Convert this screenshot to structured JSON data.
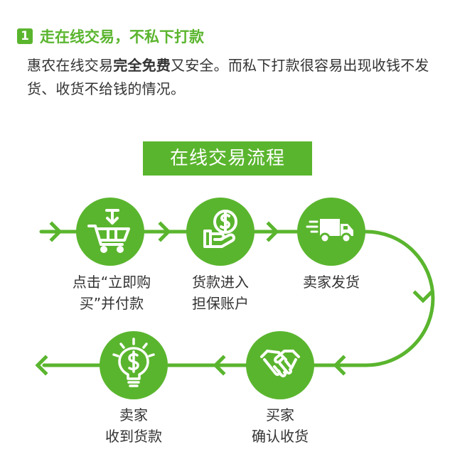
{
  "header": {
    "badge": "1",
    "title": "走在线交易，不私下打款",
    "desc_before": "惠农在线交易",
    "desc_bold": "完全免费",
    "desc_after": "又安全。而私下打款很容易出现收钱不发货、收货不给钱的情况。"
  },
  "flow": {
    "title": "在线交易流程",
    "accent_color": "#5ab52e",
    "steps": [
      {
        "icon": "shopping-cart-icon",
        "label": "点击“立即购\n买”并付款"
      },
      {
        "icon": "hand-coin-icon",
        "label": "货款进入\n担保账户"
      },
      {
        "icon": "delivery-truck-icon",
        "label": "卖家发货"
      },
      {
        "icon": "handshake-icon",
        "label": "买家\n确认收货"
      },
      {
        "icon": "lightbulb-dollar-icon",
        "label": "卖家\n收到货款"
      }
    ]
  }
}
